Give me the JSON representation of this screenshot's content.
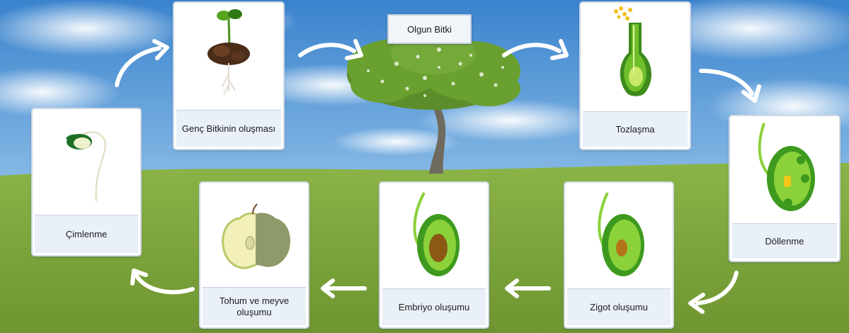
{
  "diagram": {
    "title": "Olgun Bitki",
    "stages": {
      "young_plant": "Genç Bitkinin oluşması",
      "pollination": "Tozlaşma",
      "fertilization": "Döllenme",
      "zygote": "Zigot oluşumu",
      "embryo": "Embriyo oluşumu",
      "seed_fruit": "Tohum ve meyve oluşumu",
      "germination": "Çimlenme"
    }
  },
  "colors": {
    "sky_top": "#3c86cf",
    "sky_bottom": "#bcd9f0",
    "grass": "#7fa83a",
    "arrow": "#ffffff",
    "card_label_bg": "#eaf0f8",
    "plant_green": "#5aa520"
  },
  "icons": {
    "young_plant": "seedling-with-soil-icon",
    "pollination": "pistil-with-pollen-icon",
    "fertilization": "ovule-fertilization-icon",
    "zygote": "ovule-zygote-icon",
    "embryo": "ovule-embryo-icon",
    "seed_fruit": "halved-apple-icon",
    "germination": "germinating-seed-icon",
    "mature": "mature-tree-icon"
  }
}
